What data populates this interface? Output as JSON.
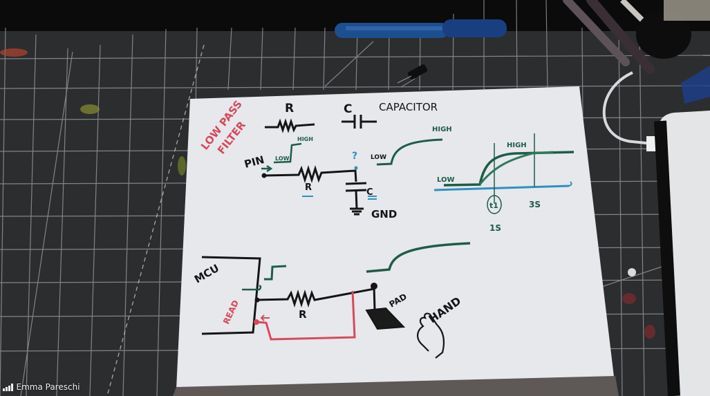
{
  "participant": {
    "name": "Emma Pareschi",
    "signal_icon": "signal-strength-icon"
  },
  "whiteboard": {
    "title_line1": "LOW PASS",
    "title_line2": "FILTER",
    "legend": {
      "resistor_label": "R",
      "capacitor_label": "C",
      "capacitor_word": "CAPACITOR"
    },
    "rc_circuit": {
      "pin_label": "PIN",
      "input_low": "LOW",
      "input_high": "HIGH",
      "resistor_label": "R",
      "capacitor_label": "C",
      "ground_label": "GND",
      "node_question": "?",
      "output_low": "LOW",
      "output_high": "HIGH"
    },
    "timing_graph": {
      "low_label": "LOW",
      "high_label": "HIGH",
      "t1_label": "t1",
      "t1_value": "1S",
      "t2_value": "3S"
    },
    "touch_circuit": {
      "mcu_label": "MCU",
      "read_label": "READ",
      "resistor_label": "R",
      "pad_label": "PAD",
      "hand_label": "HAND"
    }
  },
  "colors": {
    "black_marker": "#151515",
    "green_marker": "#1f5c45",
    "blue_marker": "#2f8fc0",
    "red_marker": "#d9485a",
    "paper": "#e8eaee",
    "mat": "#2b2c2e",
    "grid": "#b9bcc0"
  }
}
